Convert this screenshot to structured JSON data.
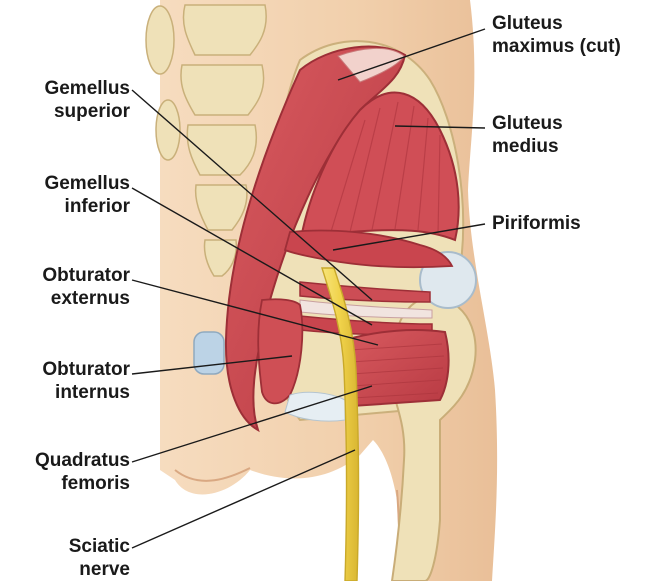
{
  "labels": {
    "gluteus_maximus": [
      "Gluteus",
      "maximus (cut)"
    ],
    "gluteus_medius": [
      "Gluteus",
      "medius"
    ],
    "piriformis": [
      "Piriformis"
    ],
    "gemellus_superior": [
      "Gemellus",
      "superior"
    ],
    "gemellus_inferior": [
      "Gemellus",
      "inferior"
    ],
    "obturator_externus": [
      "Obturator",
      "externus"
    ],
    "obturator_internus": [
      "Obturator",
      "internus"
    ],
    "quadratus_femoris": [
      "Quadratus",
      "femoris"
    ],
    "sciatic_nerve": [
      "Sciatic",
      "nerve"
    ]
  },
  "colors": {
    "skin": "#f3d2b0",
    "skin_shadow": "#e6b892",
    "bone": "#efe1b8",
    "bone_shadow": "#d9c48f",
    "muscle": "#cf4f55",
    "muscle_dark": "#a93039",
    "muscle_light": "#e88c88",
    "nerve": "#f2dc5a",
    "nerve_edge": "#c9a92a",
    "cartilage": "#bcd3e6",
    "leader": "#1a1a1a"
  }
}
